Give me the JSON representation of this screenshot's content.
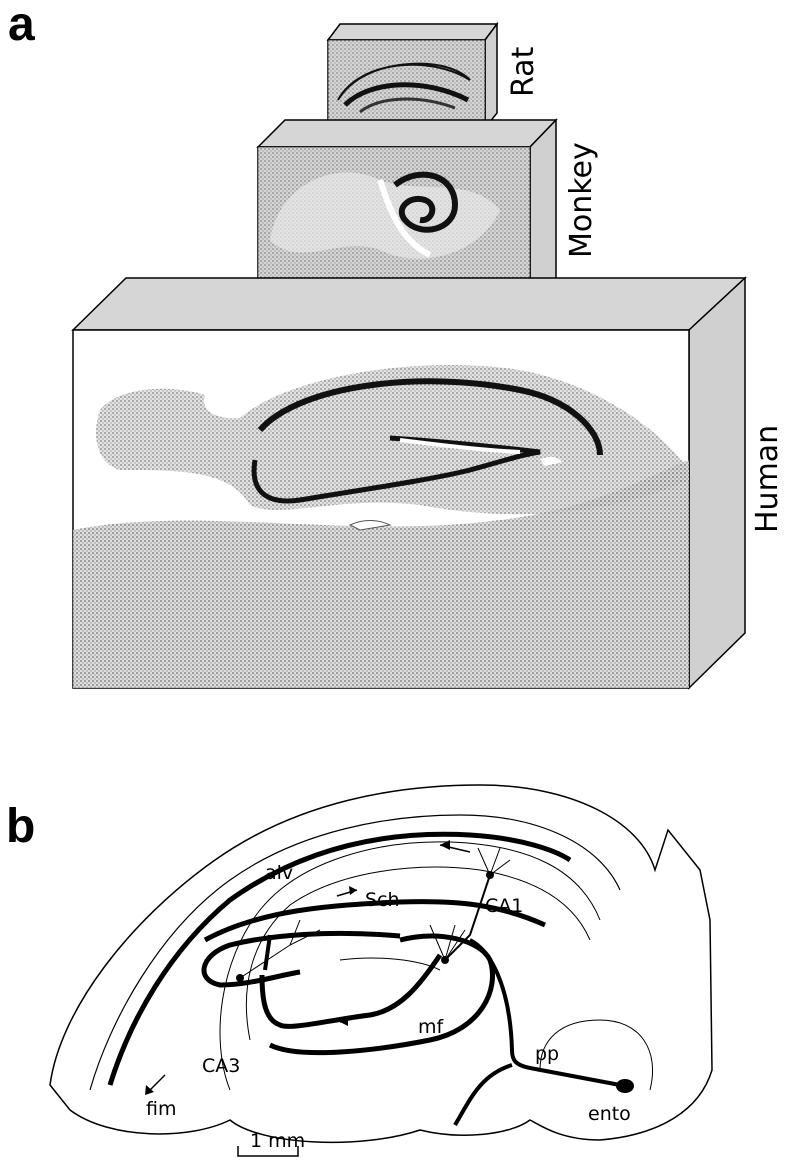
{
  "panel_a": {
    "letter": "a",
    "species": [
      "Rat",
      "Monkey",
      "Human"
    ]
  },
  "panel_b": {
    "letter": "b",
    "labels": {
      "alv": "alv",
      "sch": "Sch",
      "ca1": "CA1",
      "ca3": "CA3",
      "mf": "mf",
      "pp": "pp",
      "fim": "fim",
      "ento": "ento"
    },
    "scale_bar": "1 mm"
  }
}
